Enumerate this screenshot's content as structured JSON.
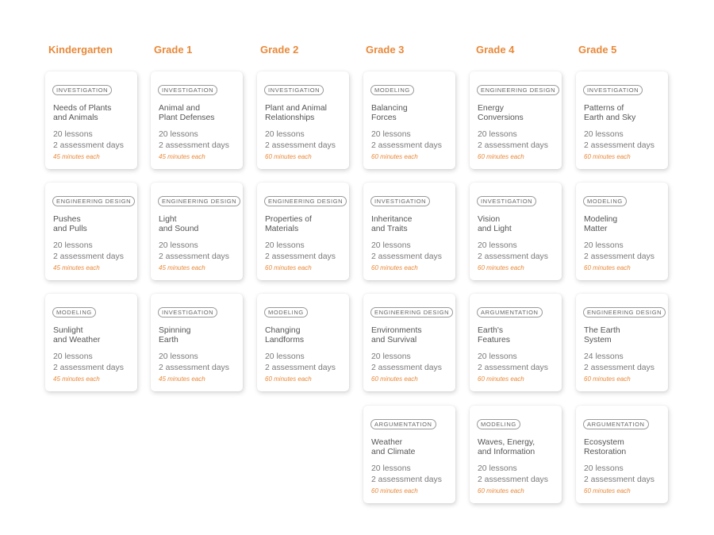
{
  "grades": [
    {
      "name": "Kindergarten",
      "units": [
        {
          "type": "INVESTIGATION",
          "title": "Needs of Plants\nand Animals",
          "lessons": "20 lessons",
          "assessment": "2 assessment days",
          "duration": "45 minutes each"
        },
        {
          "type": "ENGINEERING DESIGN",
          "title": "Pushes\nand Pulls",
          "lessons": "20 lessons",
          "assessment": "2 assessment days",
          "duration": "45 minutes each"
        },
        {
          "type": "MODELING",
          "title": "Sunlight\nand Weather",
          "lessons": "20 lessons",
          "assessment": "2 assessment days",
          "duration": "45 minutes each"
        }
      ]
    },
    {
      "name": "Grade 1",
      "units": [
        {
          "type": "INVESTIGATION",
          "title": "Animal and\nPlant Defenses",
          "lessons": "20 lessons",
          "assessment": "2 assessment days",
          "duration": "45 minutes each"
        },
        {
          "type": "ENGINEERING DESIGN",
          "title": "Light\nand Sound",
          "lessons": "20 lessons",
          "assessment": "2 assessment days",
          "duration": "45 minutes each"
        },
        {
          "type": "INVESTIGATION",
          "title": "Spinning\nEarth",
          "lessons": "20 lessons",
          "assessment": "2 assessment days",
          "duration": "45 minutes each"
        }
      ]
    },
    {
      "name": "Grade 2",
      "units": [
        {
          "type": "INVESTIGATION",
          "title": "Plant and Animal\nRelationships",
          "lessons": "20 lessons",
          "assessment": "2 assessment days",
          "duration": "60 minutes each"
        },
        {
          "type": "ENGINEERING DESIGN",
          "title": "Properties of\nMaterials",
          "lessons": "20 lessons",
          "assessment": "2 assessment days",
          "duration": "60 minutes each"
        },
        {
          "type": "MODELING",
          "title": "Changing\nLandforms",
          "lessons": "20 lessons",
          "assessment": "2 assessment days",
          "duration": "60 minutes each"
        }
      ]
    },
    {
      "name": "Grade 3",
      "units": [
        {
          "type": "MODELING",
          "title": "Balancing\nForces",
          "lessons": "20 lessons",
          "assessment": "2 assessment days",
          "duration": "60 minutes each"
        },
        {
          "type": "INVESTIGATION",
          "title": "Inheritance\nand Traits",
          "lessons": "20 lessons",
          "assessment": "2 assessment days",
          "duration": "60 minutes each"
        },
        {
          "type": "ENGINEERING DESIGN",
          "title": "Environments\nand Survival",
          "lessons": "20 lessons",
          "assessment": "2 assessment days",
          "duration": "60 minutes each"
        },
        {
          "type": "ARGUMENTATION",
          "title": "Weather\nand Climate",
          "lessons": "20 lessons",
          "assessment": "2 assessment days",
          "duration": "60 minutes each"
        }
      ]
    },
    {
      "name": "Grade 4",
      "units": [
        {
          "type": "ENGINEERING DESIGN",
          "title": "Energy\nConversions",
          "lessons": "20 lessons",
          "assessment": "2 assessment days",
          "duration": "60 minutes each"
        },
        {
          "type": "INVESTIGATION",
          "title": "Vision\nand Light",
          "lessons": "20 lessons",
          "assessment": "2 assessment days",
          "duration": "60 minutes each"
        },
        {
          "type": "ARGUMENTATION",
          "title": "Earth's\nFeatures",
          "lessons": "20 lessons",
          "assessment": "2 assessment days",
          "duration": "60 minutes each"
        },
        {
          "type": "MODELING",
          "title": "Waves, Energy,\nand Information",
          "lessons": "20 lessons",
          "assessment": "2 assessment days",
          "duration": "60 minutes each"
        }
      ]
    },
    {
      "name": "Grade 5",
      "units": [
        {
          "type": "INVESTIGATION",
          "title": "Patterns of\nEarth and Sky",
          "lessons": "20 lessons",
          "assessment": "2 assessment days",
          "duration": "60 minutes each"
        },
        {
          "type": "MODELING",
          "title": "Modeling\nMatter",
          "lessons": "20 lessons",
          "assessment": "2 assessment days",
          "duration": "60 minutes each"
        },
        {
          "type": "ENGINEERING DESIGN",
          "title": "The Earth\nSystem",
          "lessons": "24 lessons",
          "assessment": "2 assessment days",
          "duration": "60 minutes each"
        },
        {
          "type": "ARGUMENTATION",
          "title": "Ecosystem\nRestoration",
          "lessons": "20 lessons",
          "assessment": "2 assessment days",
          "duration": "60 minutes each"
        }
      ]
    }
  ]
}
